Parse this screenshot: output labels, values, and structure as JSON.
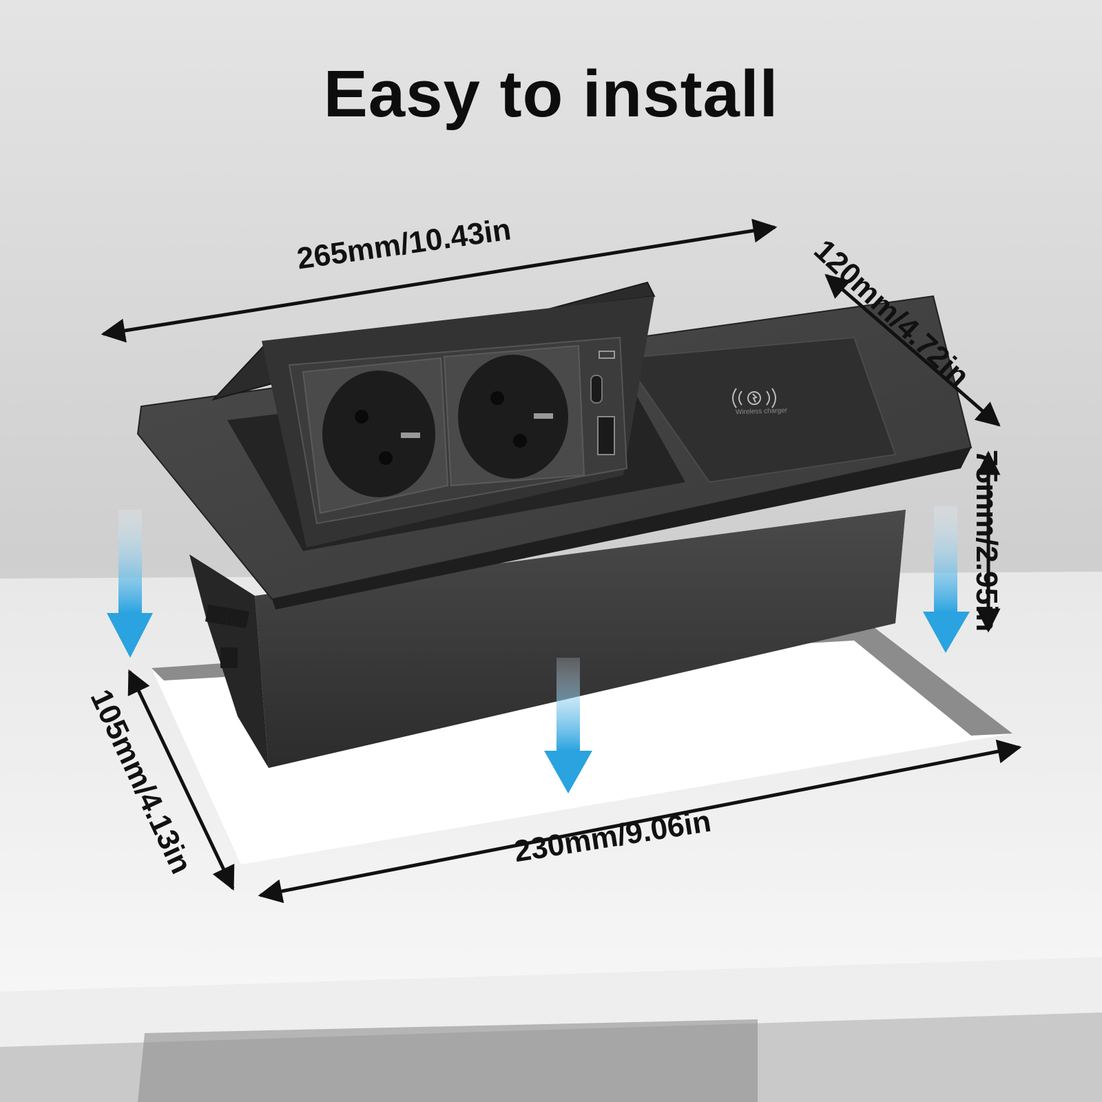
{
  "title": "Easy to install",
  "dimensions": {
    "top_length": "265mm/10.43in",
    "depth_right": "120mm/4.72in",
    "height": "75mm/2.95in",
    "cutout_length": "230mm/9.06in",
    "cutout_depth": "105mm/4.13in"
  },
  "product": {
    "wireless_label": "Wireless charger"
  },
  "colors": {
    "background": "#d9d9d9",
    "product_body": "#3a3a3a",
    "arrow_blue": "#2aa3e0",
    "text": "#111111"
  },
  "icons": [
    "down-arrow-icon",
    "double-arrow-icon",
    "wireless-charging-icon",
    "usb-c-port-icon",
    "usb-a-port-icon",
    "schuko-socket-icon"
  ]
}
